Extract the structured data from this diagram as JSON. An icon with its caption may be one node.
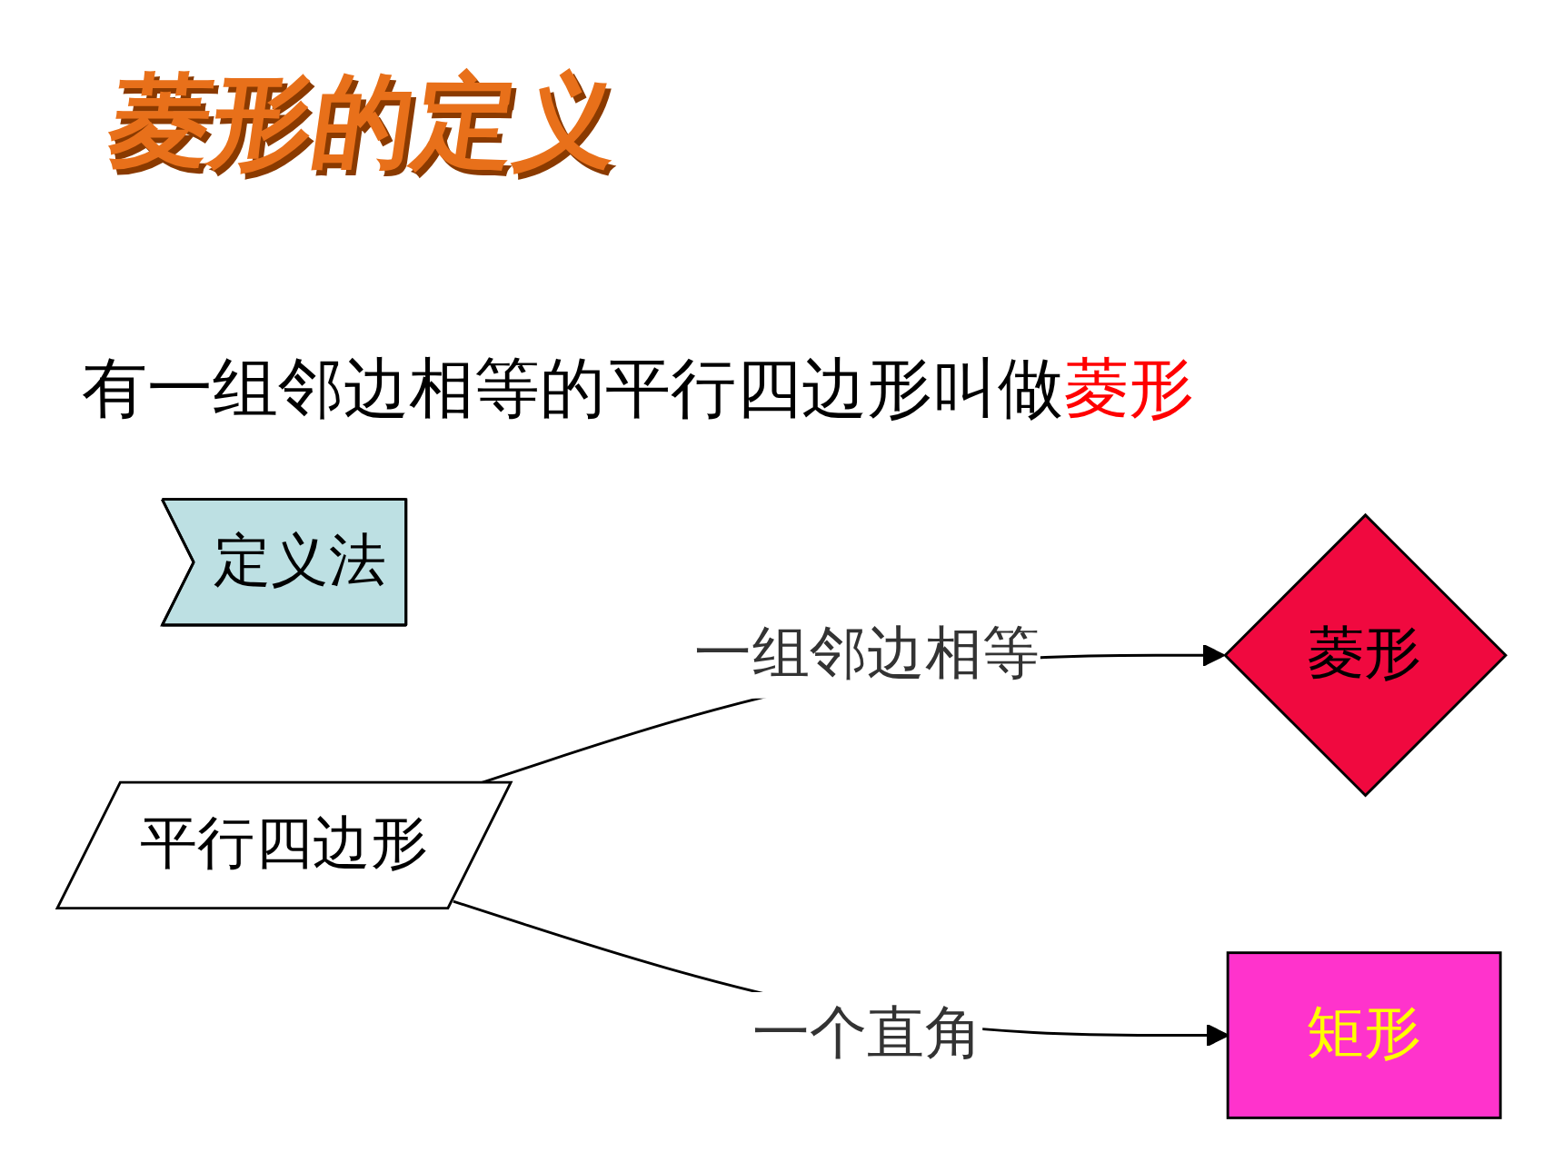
{
  "diagram": {
    "title": "菱形的定义",
    "nodes": [
      {
        "text": [
          "定义法"
        ]
      },
      {
        "text": [
          "平行四边形"
        ]
      },
      {
        "text": [
          "菱形"
        ]
      },
      {
        "text": [
          "矩形"
        ]
      }
    ],
    "edges": [
      {
        "from": 1,
        "to": 2,
        "arrow": "to",
        "label": "一组邻边相等"
      },
      {
        "from": 1,
        "to": 3,
        "arrow": "to",
        "label": "一个直角"
      }
    ],
    "labels": [
      "有一组邻边相等的平行四边形叫做",
      "菱形"
    ]
  }
}
